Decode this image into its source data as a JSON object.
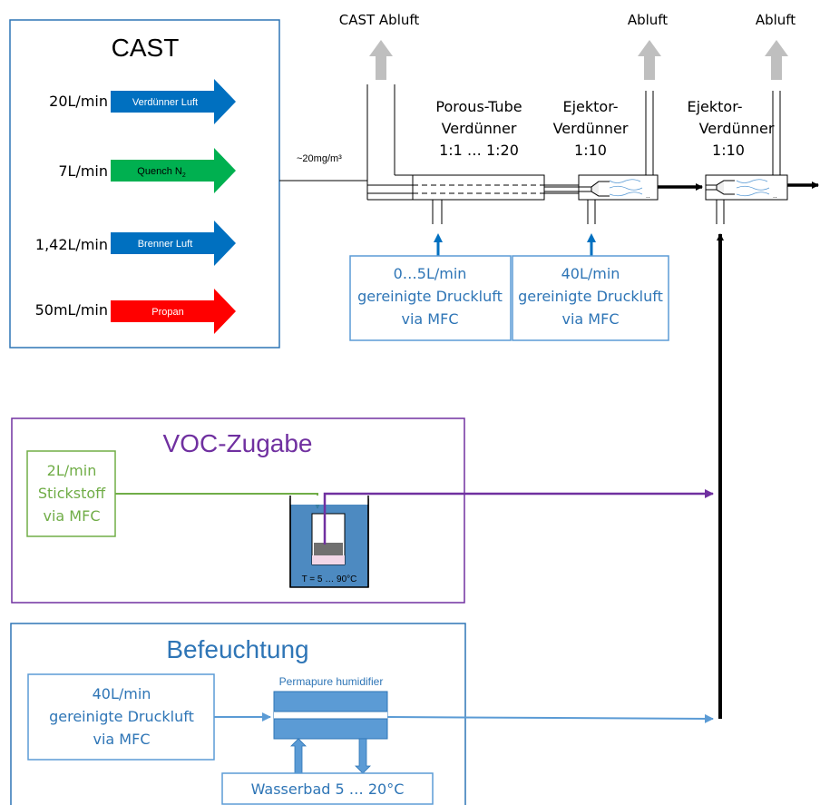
{
  "cast": {
    "title": "CAST",
    "flows": [
      {
        "value": "20L/min",
        "label": "Verdünner Luft"
      },
      {
        "value": "7L/min",
        "label": "Quench N",
        "label_sub": "2"
      },
      {
        "value": "1,42L/min",
        "label": "Brenner Luft"
      },
      {
        "value": "50mL/min",
        "label": "Propan"
      }
    ],
    "concentration": "~20mg/m³"
  },
  "exhaust": {
    "cast": "CAST Abluft",
    "first": "Abluft",
    "second": "Abluft"
  },
  "porous_tube": {
    "name_line1": "Porous-Tube",
    "name_line2": "Verdünner",
    "ratio": "1:1 … 1:20",
    "supply": [
      "0…5L/min",
      "gereinigte Druckluft",
      "via MFC"
    ]
  },
  "ejector1": {
    "name_line1": "Ejektor-",
    "name_line2": "Verdünner",
    "ratio": "1:10",
    "supply": [
      "40L/min",
      "gereinigte Druckluft",
      "via MFC"
    ]
  },
  "ejector2": {
    "name_line1": "Ejektor-",
    "name_line2": "Verdünner",
    "ratio": "1:10"
  },
  "voc": {
    "title": "VOC-Zugabe",
    "supply": [
      "2L/min",
      "Stickstoff",
      "via MFC"
    ],
    "temperature": "T = 5 … 90°C"
  },
  "humidification": {
    "title": "Befeuchtung",
    "supply": [
      "40L/min",
      "gereinigte Druckluft",
      "via MFC"
    ],
    "humidifier": "Permapure humidifier",
    "water_bath": "Wasserbad 5 … 20°C"
  },
  "colors": {
    "blue_arrow": "#0070C0",
    "green_arrow": "#00B050",
    "red_arrow": "#FF0000",
    "light_blue": "#5B9BD5",
    "frame_blue": "#2E75B6",
    "purple": "#7030A0",
    "green_line": "#70AD47",
    "gray": "#BFBFBF"
  }
}
